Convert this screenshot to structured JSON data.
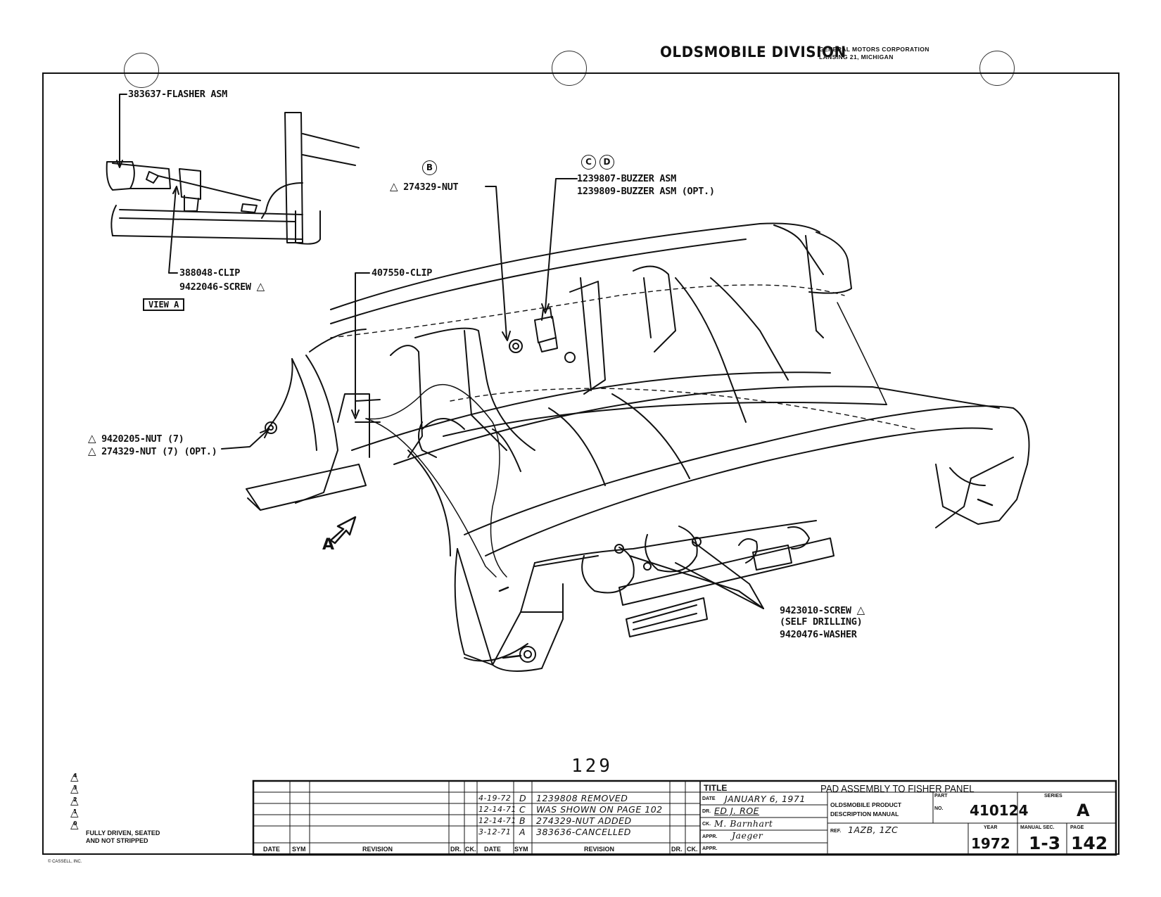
{
  "header": {
    "division": "OLDSMOBILE DIVISION",
    "corp": "GENERAL MOTORS CORPORATION",
    "location": "LANSING 21, MICHIGAN"
  },
  "callouts": {
    "flasher": "383637-FLASHER ASM",
    "clip1": "388048-CLIP",
    "screw1": "9422046-SCREW",
    "view_a": "VIEW A",
    "clip2": "407550-CLIP",
    "nut_b_circle": "B",
    "nut_b": "274329-NUT",
    "buzzer_c": "C",
    "buzzer_d": "D",
    "buzzer1": "1239807-BUZZER ASM",
    "buzzer2": "1239809-BUZZER ASM (OPT.)",
    "nut7": "9420205-NUT (7)",
    "nut7_opt": "274329-NUT (7) (OPT.)",
    "screw2": "9423010-SCREW",
    "screw2_note": "(SELF DRILLING)",
    "washer": "9420476-WASHER",
    "arrow_a": "A",
    "torque_mark": "0"
  },
  "page_center_number": "129",
  "legend": {
    "levels": [
      "4",
      "3",
      "2",
      "1",
      "0"
    ],
    "note_line1": "FULLY DRIVEN, SEATED",
    "note_line2": "AND NOT STRIPPED"
  },
  "revisions": {
    "col_date": "DATE",
    "col_sym": "SYM",
    "col_revision": "REVISION",
    "col_dr": "DR.",
    "col_ck": "CK.",
    "rows": [
      {
        "date": "4-19-72",
        "sym": "D",
        "text": "1239808 REMOVED"
      },
      {
        "date": "12-14-71",
        "sym": "C",
        "text": "WAS SHOWN ON PAGE 102"
      },
      {
        "date": "12-14-71",
        "sym": "B",
        "text": "274329-NUT ADDED"
      },
      {
        "date": "3-12-71",
        "sym": "A",
        "text": "383636-CANCELLED"
      }
    ]
  },
  "titleblock": {
    "title_label": "TITLE",
    "title": "PAD ASSEMBLY TO FISHER PANEL",
    "date_label": "DATE",
    "date": "JANUARY 6, 1971",
    "dr_label": "DR.",
    "dr": "ED J. ROE",
    "ck_label": "CK.",
    "ck": "M. Barnhart",
    "appr_label": "APPR.",
    "appr": "Jaeger",
    "appr2_label": "APPR.",
    "manual_line1": "OLDSMOBILE PRODUCT",
    "manual_line2": "DESCRIPTION MANUAL",
    "ref_label": "REF.",
    "ref": "1AZB, 1ZC",
    "part_label": "PART",
    "no_label": "NO.",
    "part_no": "410124",
    "series_label": "SERIES",
    "series": "A",
    "year_label": "YEAR",
    "year": "1972",
    "manual_sec_label": "MANUAL SEC.",
    "manual_sec": "1-3",
    "page_label": "PAGE",
    "page": "142"
  },
  "footer": "© CASSELL, INC."
}
